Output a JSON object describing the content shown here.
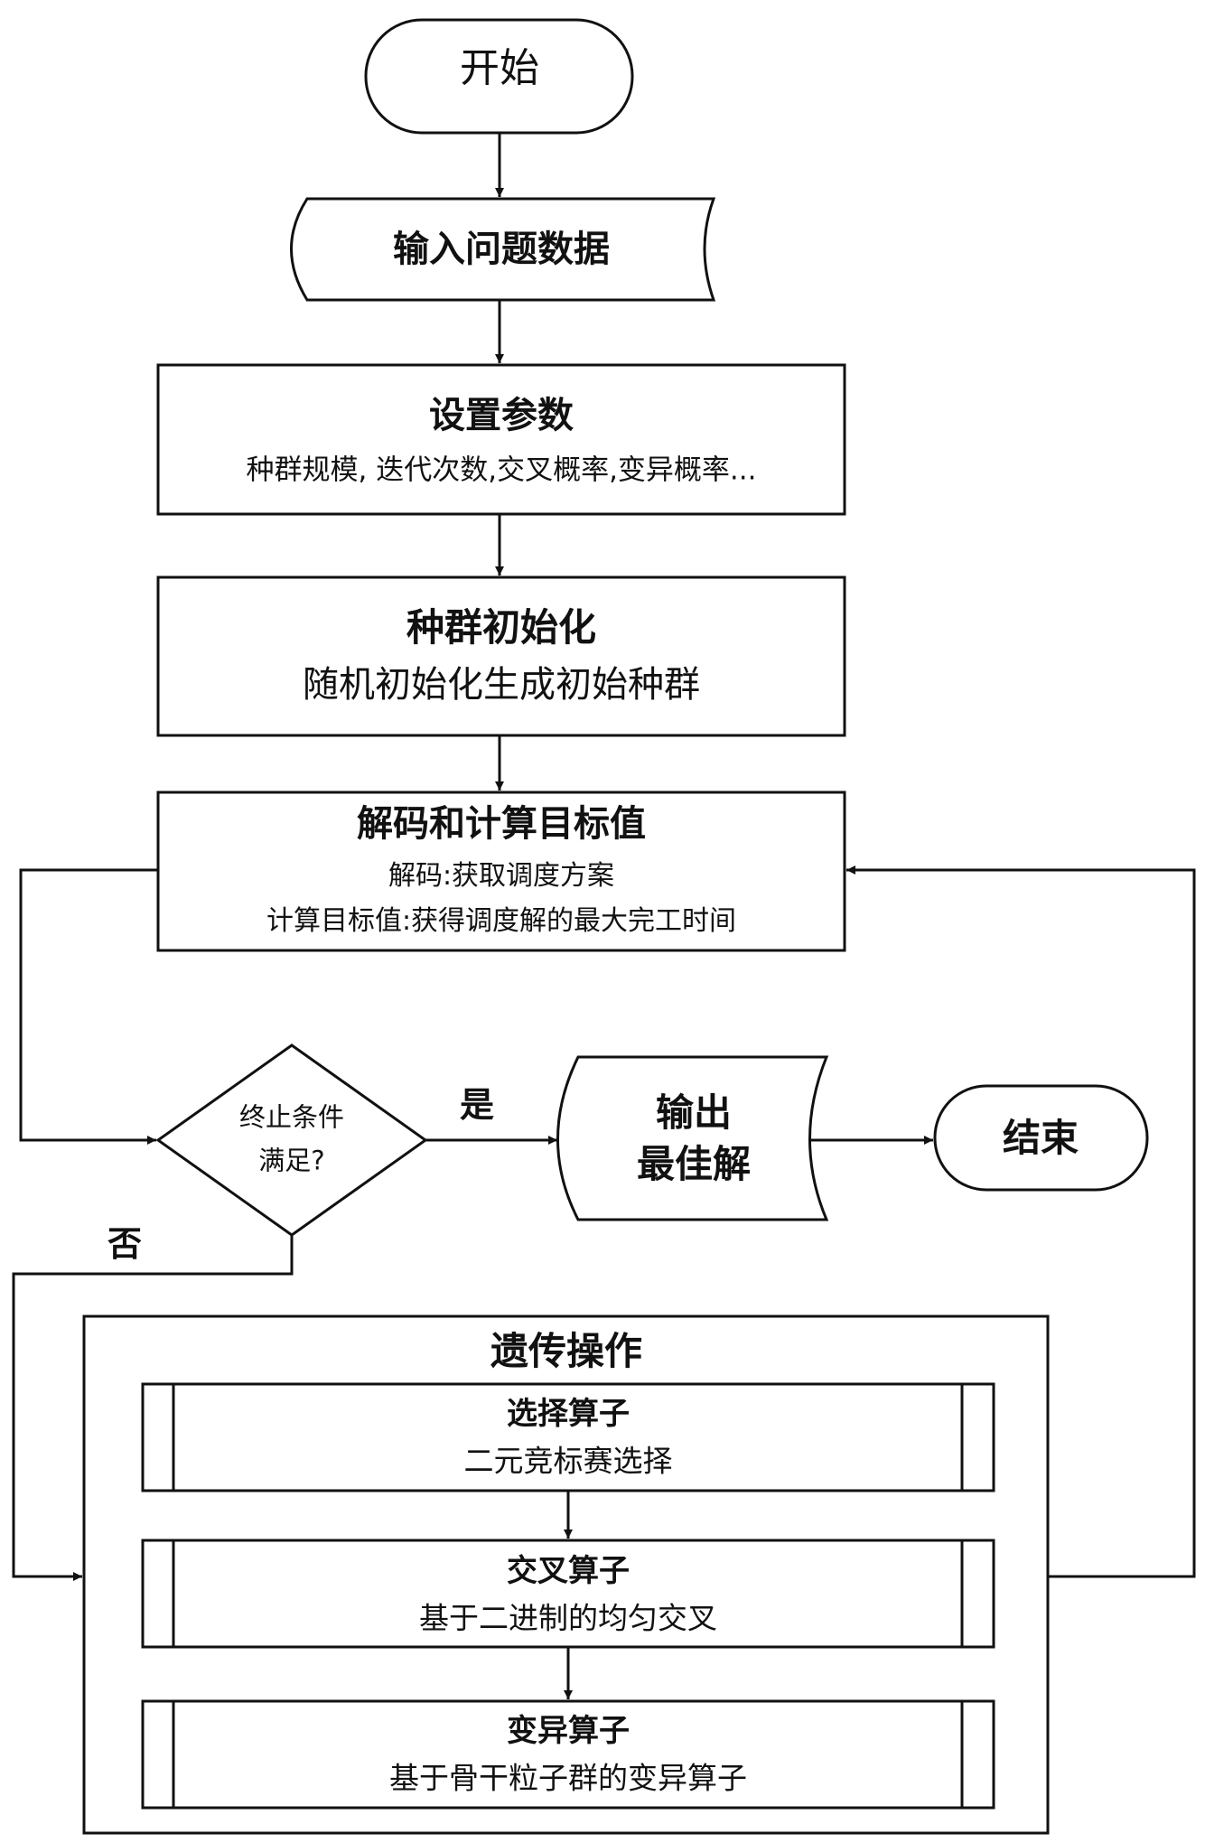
{
  "nodes": {
    "start": "开始",
    "input": "输入问题数据",
    "params": {
      "title": "设置参数",
      "detail": "种群规模, 迭代次数,交叉概率,变异概率..."
    },
    "init": {
      "title": "种群初始化",
      "detail": "随机初始化生成初始种群"
    },
    "decode": {
      "title": "解码和计算目标值",
      "line1": "解码:获取调度方案",
      "line2": "计算目标值:获得调度解的最大完工时间"
    },
    "decision": {
      "line1": "终止条件",
      "line2": "满足?"
    },
    "output": {
      "line1": "输出",
      "line2": "最佳解"
    },
    "end": "结束",
    "genetic": {
      "title": "遗传操作",
      "selection": {
        "title": "选择算子",
        "detail": "二元竞标赛选择"
      },
      "crossover": {
        "title": "交叉算子",
        "detail": "基于二进制的均匀交叉"
      },
      "mutation": {
        "title": "变异算子",
        "detail": "基于骨干粒子群的变异算子"
      }
    }
  },
  "edges": {
    "yes_label": "是",
    "no_label": "否"
  }
}
